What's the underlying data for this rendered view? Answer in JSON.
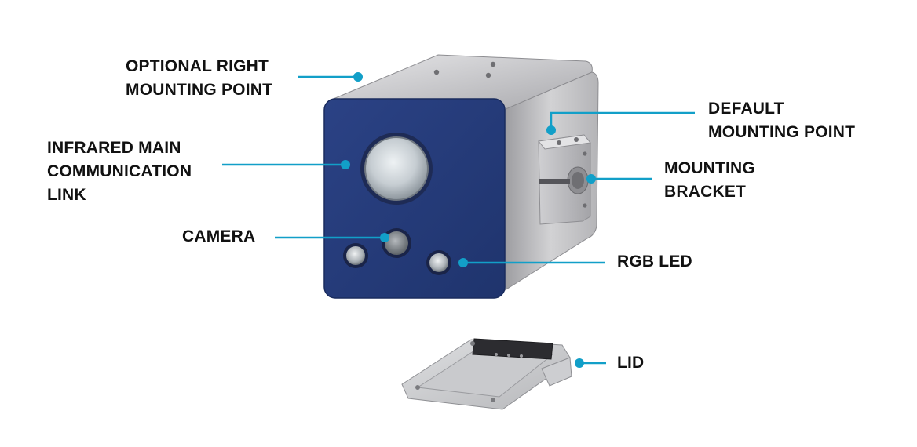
{
  "colors": {
    "callout": "#129fc8",
    "front_panel": "#253b78",
    "body_metal": "#b9b9bb"
  },
  "labels": {
    "optional_right": "OPTIONAL RIGHT\nMOUNTING POINT",
    "infrared": "INFRARED MAIN\nCOMMUNICATION\nLINK",
    "camera": "CAMERA",
    "default_mount": "DEFAULT\nMOUNTING POINT",
    "bracket": "MOUNTING\nBRACKET",
    "rgb_led": "RGB LED",
    "lid": "LID"
  }
}
